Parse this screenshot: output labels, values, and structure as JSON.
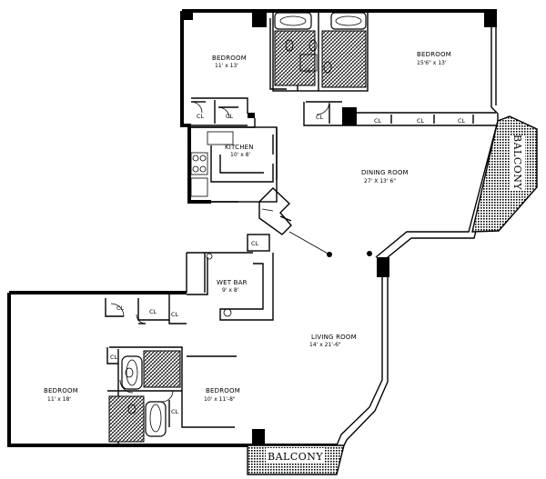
{
  "rooms": {
    "bedroom_top_left": {
      "name": "BEDROOM",
      "dim": "11' x 13'"
    },
    "bedroom_top_right": {
      "name": "BEDROOM",
      "dim": "15'6\" x 13'"
    },
    "kitchen": {
      "name": "KITCHEN",
      "dim": "10' x 8'"
    },
    "dining_room": {
      "name": "DINING ROOM",
      "dim": "27' X 13' 6\""
    },
    "wet_bar": {
      "name": "WET BAR",
      "dim": "9' x 8'"
    },
    "living_room": {
      "name": "LIVING ROOM",
      "dim": "14' x 21'-6\""
    },
    "bedroom_bottom_left": {
      "name": "BEDROOM",
      "dim": "11' x 18'"
    },
    "bedroom_bottom_right": {
      "name": "BEDROOM",
      "dim": "10' x 11'-8\""
    }
  },
  "closet_label": "CL",
  "balcony_label": "BALCONY"
}
